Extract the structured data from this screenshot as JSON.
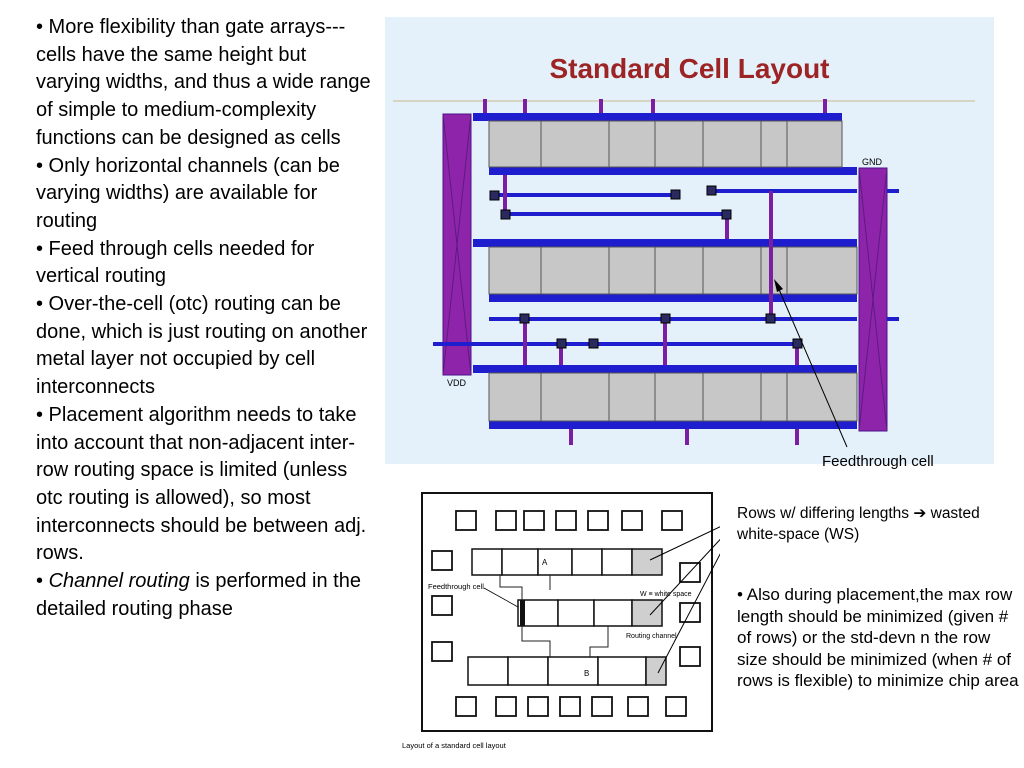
{
  "bullets": {
    "b1": "• More flexibility than gate arrays---cells have the same height but varying widths, and thus a wide range of simple to medium-complexity functions can be designed as cells",
    "b2": "• Only horizontal channels (can be varying widths) are available for routing",
    "b3": "• Feed through cells needed for vertical routing",
    "b4": "• Over-the-cell (otc) routing can be done, which is just routing on another metal layer not occupied by cell interconnects",
    "b5": "• Placement algorithm needs to take into account that non-adjacent inter-row routing space is limited (unless otc routing is allowed), so most interconnects should be between adj. rows.",
    "b6_prefix": "• ",
    "b6_em": "Channel routing",
    "b6_rest": " is performed in the detailed routing phase"
  },
  "figure1": {
    "title": "Standard Cell Layout",
    "gnd_label": "GND",
    "vdd_label": "VDD",
    "feedthrough_label": "Feedthrough cell"
  },
  "figure2": {
    "feedthrough_label": "Feedthrough cell",
    "ws_label": "W ≡ white space",
    "routing_label": "Routing channel",
    "caption": "Layout of a standard cell layout",
    "cell_a": "A",
    "cell_b": "B"
  },
  "notes": {
    "rows_note": "Rows w/ differing lengths ➔ wasted white-space (WS)",
    "bullet": "• Also during placement,the max row length should be minimized (given # of rows) or the std-devn n the row size should be minimized (when # of rows is flexible) to minimize chip area"
  },
  "colors": {
    "diagram_bg": "#e4f1fa",
    "title_red": "#9c2424",
    "rail_blue": "#1f1ecf",
    "feed_purple": "#7b1fa2",
    "cell_gray": "#c7c7c7"
  }
}
